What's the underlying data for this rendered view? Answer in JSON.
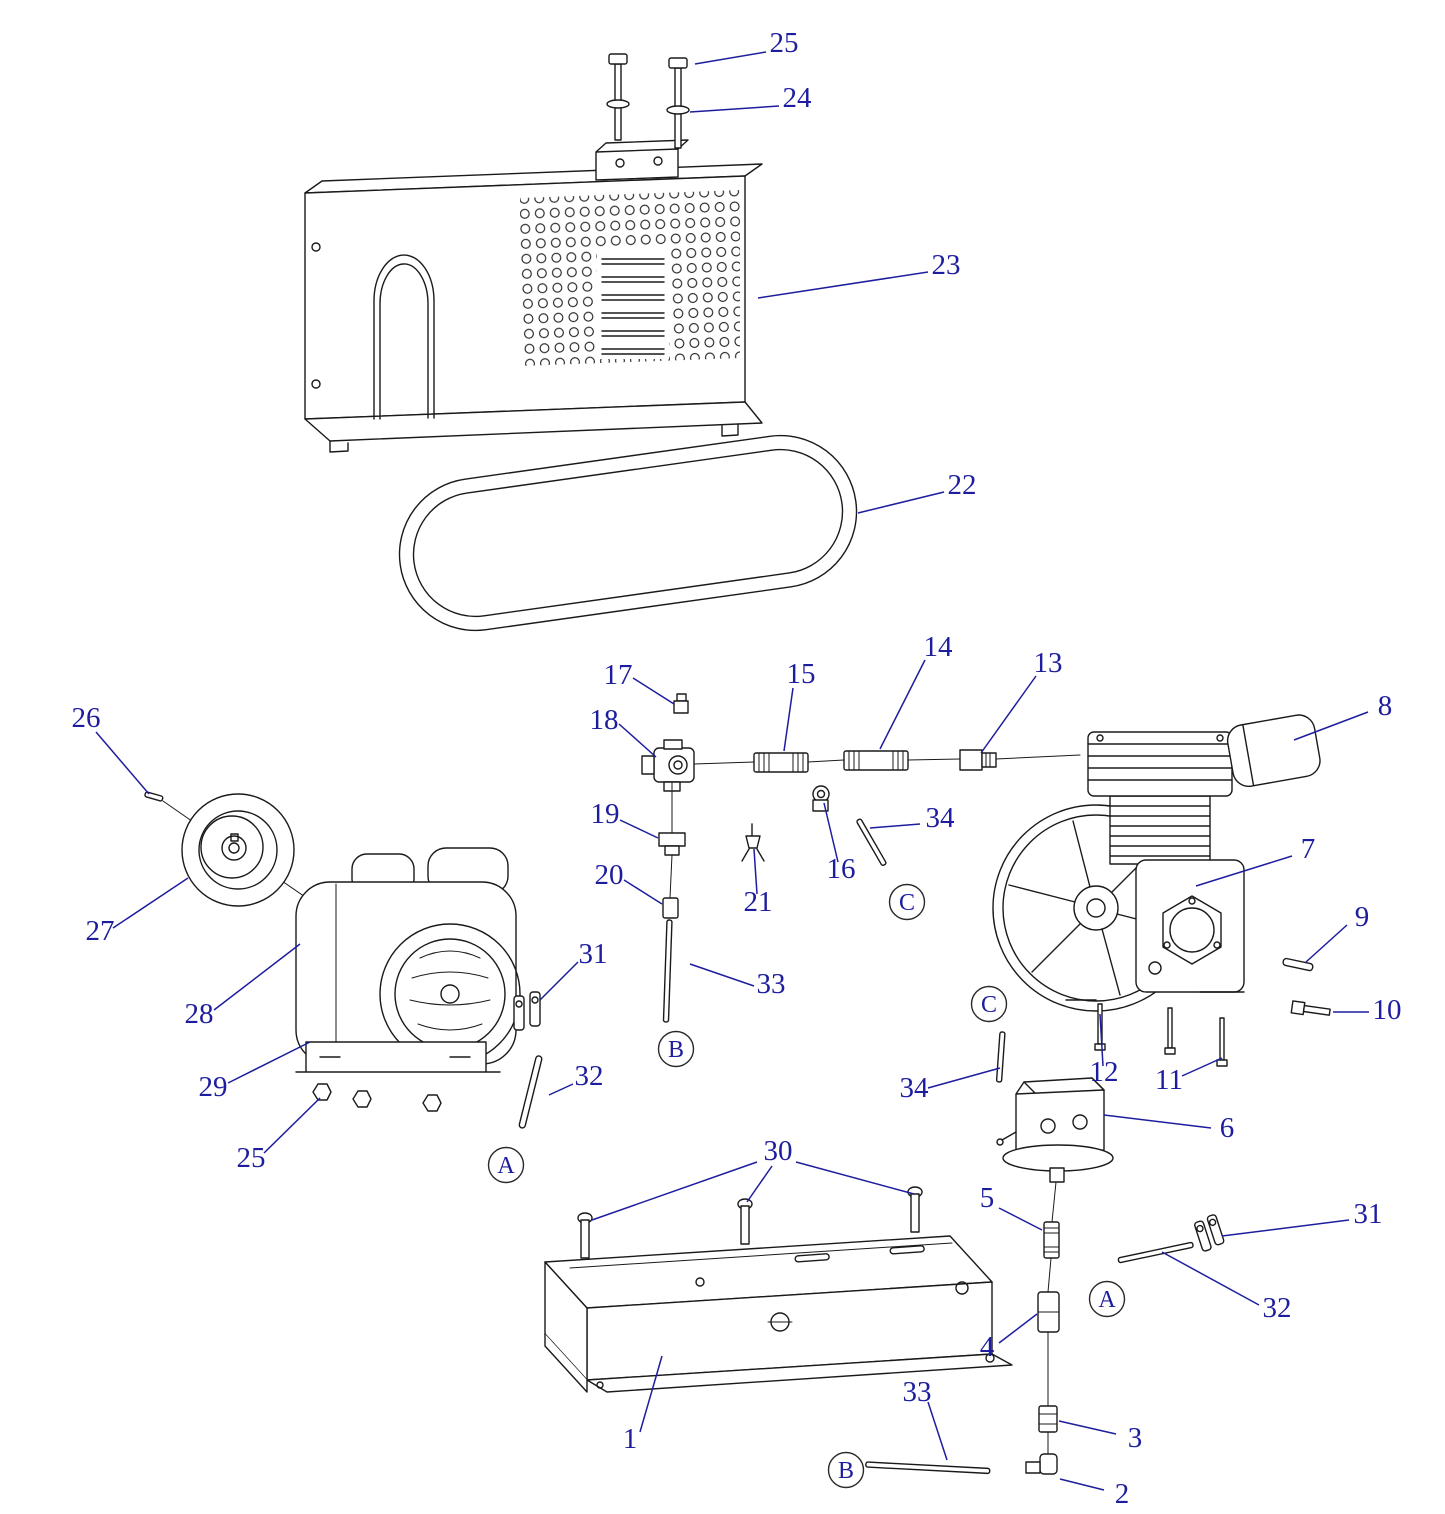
{
  "diagram": {
    "background": "#ffffff",
    "line_color": "#1a1a1a",
    "callout_color": "#1d1d9e"
  },
  "callouts": {
    "n1": "1",
    "n2": "2",
    "n3": "3",
    "n4": "4",
    "n5": "5",
    "n6": "6",
    "n7": "7",
    "n8": "8",
    "n9": "9",
    "n10": "10",
    "n11": "11",
    "n12": "12",
    "n13": "13",
    "n14": "14",
    "n15": "15",
    "n16": "16",
    "n17": "17",
    "n18": "18",
    "n19": "19",
    "n20": "20",
    "n21": "21",
    "n22": "22",
    "n23": "23",
    "n24": "24",
    "n25": "25",
    "n26": "26",
    "n27": "27",
    "n28": "28",
    "n29": "29",
    "n30": "30",
    "n31": "31",
    "n32": "32",
    "n33": "33",
    "n34": "34",
    "A": "A",
    "B": "B",
    "C": "C"
  }
}
